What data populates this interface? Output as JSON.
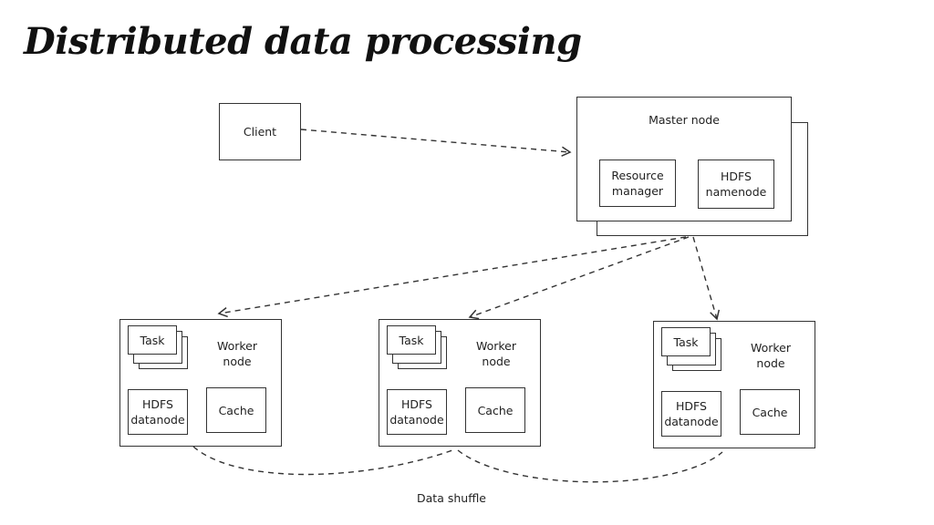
{
  "title": "Distributed data processing",
  "client": {
    "label": "Client"
  },
  "master": {
    "label": "Master node",
    "resource_manager": "Resource\nmanager",
    "namenode": "HDFS\nnamenode"
  },
  "workers": [
    {
      "label": "Worker\nnode",
      "task": "Task",
      "datanode": "HDFS\ndatanode",
      "cache": "Cache"
    },
    {
      "label": "Worker\nnode",
      "task": "Task",
      "datanode": "HDFS\ndatanode",
      "cache": "Cache"
    },
    {
      "label": "Worker\nnode",
      "task": "Task",
      "datanode": "HDFS\ndatanode",
      "cache": "Cache"
    }
  ],
  "shuffle_label": "Data shuffle",
  "colors": {
    "stroke": "#333333",
    "background": "#ffffff"
  }
}
